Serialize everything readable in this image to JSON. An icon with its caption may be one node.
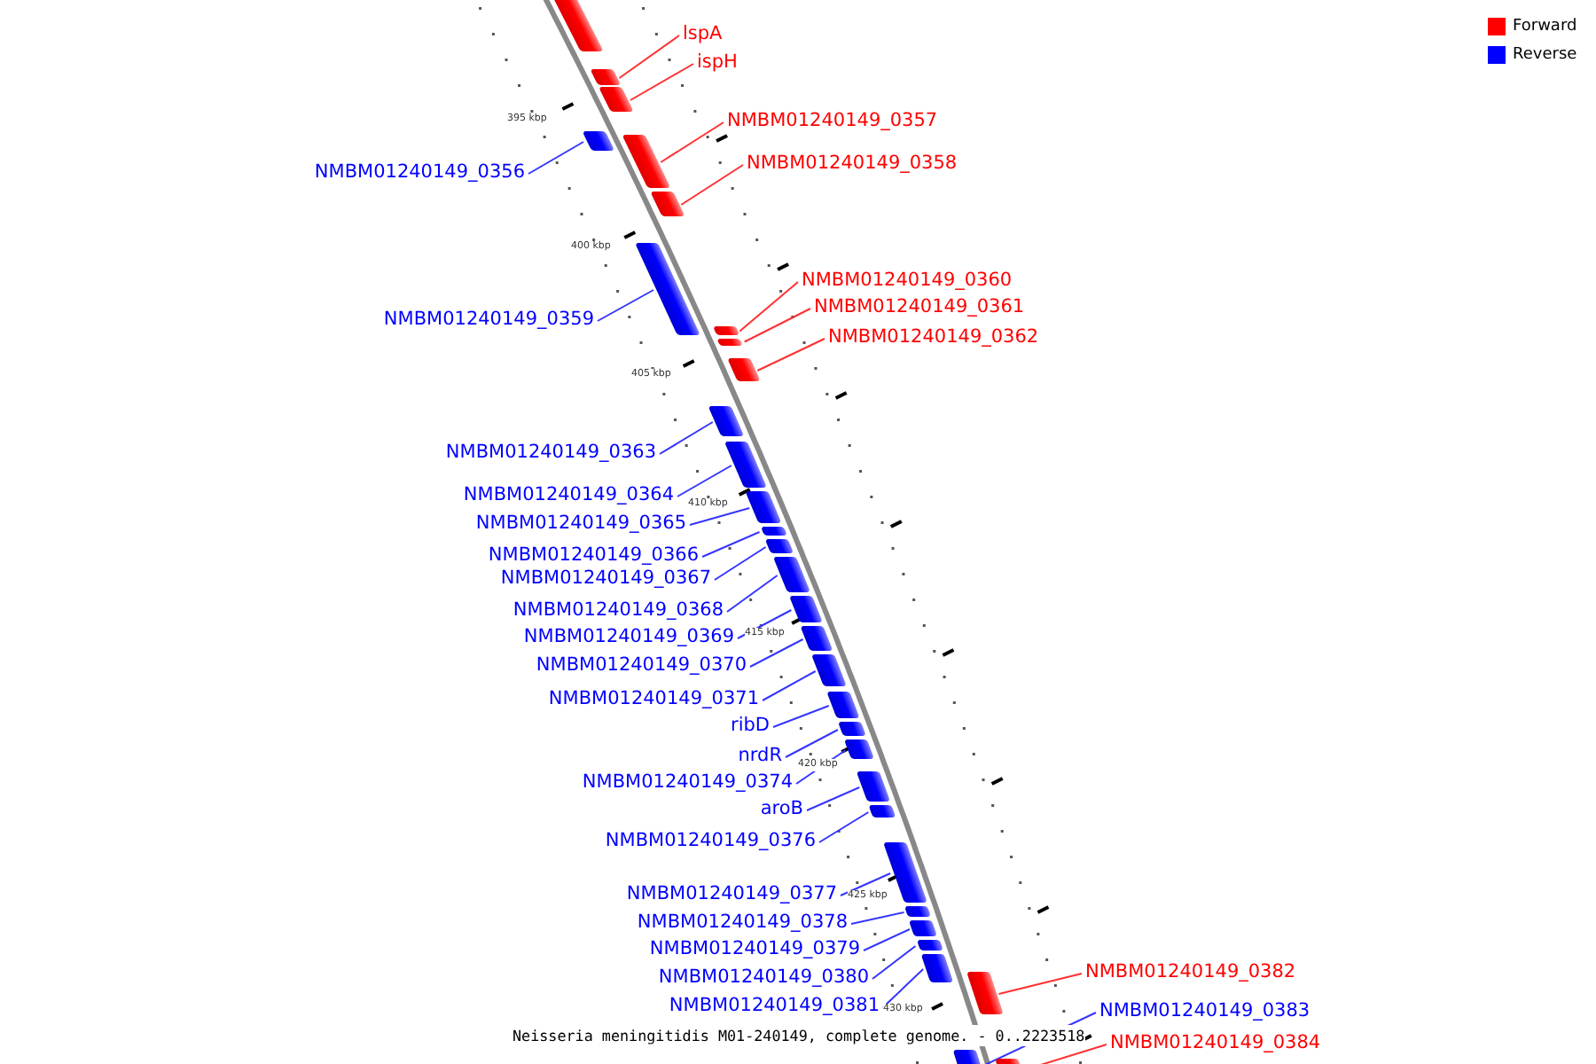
{
  "diagram": {
    "caption": "Neisseria meningitidis M01-240149, complete genome. - 0..2223518",
    "nodes": [
      {
        "text": [],
        "shape": "box"
      },
      {
        "text": [
          "lspA"
        ]
      },
      {
        "text": [],
        "shape": "box"
      },
      {
        "text": [
          "ispH"
        ]
      },
      {
        "text": [],
        "shape": "box"
      },
      {
        "text": [
          "NMBM01240149_0356"
        ]
      },
      {
        "text": [],
        "shape": "box"
      },
      {
        "text": [
          "NMBM01240149_0357"
        ]
      },
      {
        "text": [],
        "shape": "box"
      },
      {
        "text": [
          "NMBM01240149_0358"
        ]
      },
      {
        "text": [],
        "shape": "box"
      },
      {
        "text": [
          "NMBM01240149_0359"
        ]
      },
      {
        "text": [],
        "shape": "box"
      },
      {
        "text": [
          "NMBM01240149_0360"
        ]
      },
      {
        "text": [],
        "shape": "box"
      },
      {
        "text": [
          "NMBM01240149_0361"
        ]
      },
      {
        "text": [],
        "shape": "box"
      },
      {
        "text": [
          "NMBM01240149_0362"
        ]
      },
      {
        "text": [],
        "shape": "box"
      },
      {
        "text": [
          "NMBM01240149_0363"
        ]
      },
      {
        "text": [],
        "shape": "box"
      },
      {
        "text": [
          "NMBM01240149_0364"
        ]
      },
      {
        "text": [],
        "shape": "box"
      },
      {
        "text": [
          "NMBM01240149_0365"
        ]
      },
      {
        "text": [],
        "shape": "box"
      },
      {
        "text": [
          "NMBM01240149_0366"
        ]
      },
      {
        "text": [],
        "shape": "box"
      },
      {
        "text": [
          "NMBM01240149_0367"
        ]
      },
      {
        "text": [],
        "shape": "box"
      },
      {
        "text": [
          "NMBM01240149_0368"
        ]
      },
      {
        "text": [],
        "shape": "box"
      },
      {
        "text": [
          "NMBM01240149_0369"
        ]
      },
      {
        "text": [],
        "shape": "box"
      },
      {
        "text": [
          "NMBM01240149_0370"
        ]
      },
      {
        "text": [],
        "shape": "box"
      },
      {
        "text": [
          "NMBM01240149_0371"
        ]
      },
      {
        "text": [],
        "shape": "box"
      },
      {
        "text": [
          "ribD"
        ]
      },
      {
        "text": [],
        "shape": "box"
      },
      {
        "text": [
          "nrdR"
        ]
      },
      {
        "text": [],
        "shape": "box"
      },
      {
        "text": [
          "NMBM01240149_0374"
        ]
      },
      {
        "text": [],
        "shape": "box"
      },
      {
        "text": [
          "aroB"
        ]
      },
      {
        "text": [],
        "shape": "box"
      },
      {
        "text": [
          "NMBM01240149_0376"
        ]
      },
      {
        "text": [],
        "shape": "box"
      },
      {
        "text": [
          "NMBM01240149_0377"
        ]
      },
      {
        "text": [],
        "shape": "box"
      },
      {
        "text": [
          "NMBM01240149_0378"
        ]
      },
      {
        "text": [],
        "shape": "box"
      },
      {
        "text": [
          "NMBM01240149_0379"
        ]
      },
      {
        "text": [],
        "shape": "box"
      },
      {
        "text": [
          "NMBM01240149_0380"
        ]
      },
      {
        "text": [],
        "shape": "box"
      },
      {
        "text": [
          "NMBM01240149_0381"
        ]
      },
      {
        "text": [],
        "shape": "box"
      },
      {
        "text": [
          "NMBM01240149_0382"
        ]
      },
      {
        "text": [],
        "shape": "box"
      },
      {
        "text": [
          "NMBM01240149_0383"
        ]
      },
      {
        "text": [],
        "shape": "box"
      },
      {
        "text": [
          "NMBM01240149_0384"
        ]
      },
      {
        "text": [],
        "shape": "box"
      }
    ],
    "edges": [
      {
        "from": 1,
        "to": 2,
        "arrow": "none",
        "color": "#ff3030"
      },
      {
        "from": 3,
        "to": 4,
        "arrow": "none",
        "color": "#ff3030"
      },
      {
        "from": 5,
        "to": 6,
        "arrow": "none"
      },
      {
        "from": 7,
        "to": 8,
        "arrow": "none",
        "color": "#ff3030"
      },
      {
        "from": 9,
        "to": 10,
        "arrow": "none",
        "color": "#ff3030"
      },
      {
        "from": 11,
        "to": 12,
        "arrow": "none"
      },
      {
        "from": 13,
        "to": 14,
        "arrow": "none",
        "color": "#ff3030"
      },
      {
        "from": 15,
        "to": 16,
        "arrow": "none",
        "color": "#ff3030"
      },
      {
        "from": 17,
        "to": 18,
        "arrow": "none",
        "color": "#ff3030"
      },
      {
        "from": 19,
        "to": 20,
        "arrow": "none"
      },
      {
        "from": 21,
        "to": 22,
        "arrow": "none"
      },
      {
        "from": 23,
        "to": 24,
        "arrow": "none"
      },
      {
        "from": 25,
        "to": 26,
        "arrow": "none"
      },
      {
        "from": 27,
        "to": 28,
        "arrow": "none"
      },
      {
        "from": 29,
        "to": 30,
        "arrow": "none"
      },
      {
        "from": 31,
        "to": 32,
        "arrow": "none"
      },
      {
        "from": 33,
        "to": 34,
        "arrow": "none"
      },
      {
        "from": 35,
        "to": 36,
        "arrow": "none"
      },
      {
        "from": 37,
        "to": 38,
        "arrow": "none"
      },
      {
        "from": 39,
        "to": 40,
        "arrow": "none"
      },
      {
        "from": 41,
        "to": 42,
        "arrow": "none"
      },
      {
        "from": 43,
        "to": 44,
        "arrow": "none"
      },
      {
        "from": 45,
        "to": 46,
        "arrow": "none"
      },
      {
        "from": 47,
        "to": 48,
        "arrow": "none"
      },
      {
        "from": 49,
        "to": 50,
        "arrow": "none"
      },
      {
        "from": 51,
        "to": 52,
        "arrow": "none"
      },
      {
        "from": 53,
        "to": 54,
        "arrow": "none"
      },
      {
        "from": 55,
        "to": 56,
        "arrow": "none"
      },
      {
        "from": 57,
        "to": 58,
        "arrow": "none",
        "color": "#ff3030"
      },
      {
        "from": 59,
        "to": 60,
        "arrow": "none"
      },
      {
        "from": 61,
        "to": 62,
        "arrow": "none",
        "color": "#ff3030"
      }
    ],
    "labels": [
      "395 kbp",
      "400 kbp",
      "405 kbp",
      "410 kbp",
      "415 kbp",
      "420 kbp",
      "425 kbp",
      "430 kbp"
    ],
    "legend": [
      {
        "text": "Forward",
        "color": "#ff0000"
      },
      {
        "text": "Reverse",
        "color": "#0000ff"
      }
    ]
  }
}
